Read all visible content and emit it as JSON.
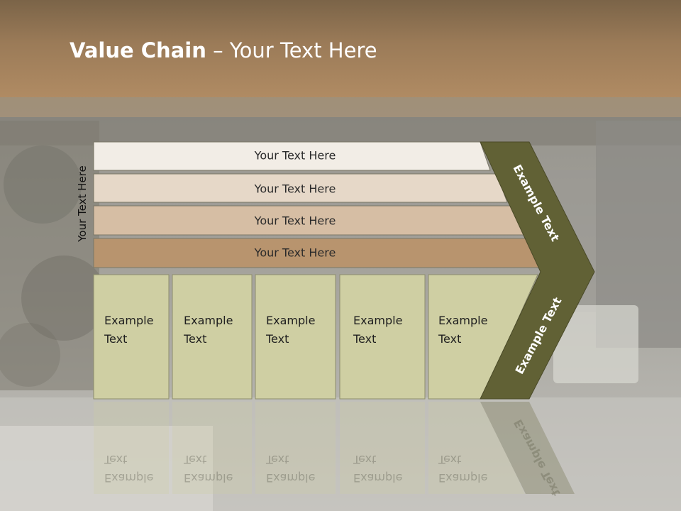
{
  "title": {
    "bold": "Value Chain",
    "rest": " – Your Text Here"
  },
  "side_label": "Your Text Here",
  "bars": [
    "Your Text Here",
    "Your Text Here",
    "Your Text Here",
    "Your Text Here"
  ],
  "columns": [
    {
      "line1": "Example",
      "line2": "Text"
    },
    {
      "line1": "Example",
      "line2": "Text"
    },
    {
      "line1": "Example",
      "line2": "Text"
    },
    {
      "line1": "Example",
      "line2": "Text"
    },
    {
      "line1": "Example",
      "line2": "Text"
    }
  ],
  "arrow_top": "Example Text",
  "arrow_bottom": "Example Text",
  "colors": {
    "bar1": "#f2ede6",
    "bar2": "#e6d8c8",
    "bar3": "#d6bea4",
    "bar4": "#b8946e",
    "column": "#cfcfa3",
    "arrow": "#616135",
    "header": "#9b7b58"
  }
}
